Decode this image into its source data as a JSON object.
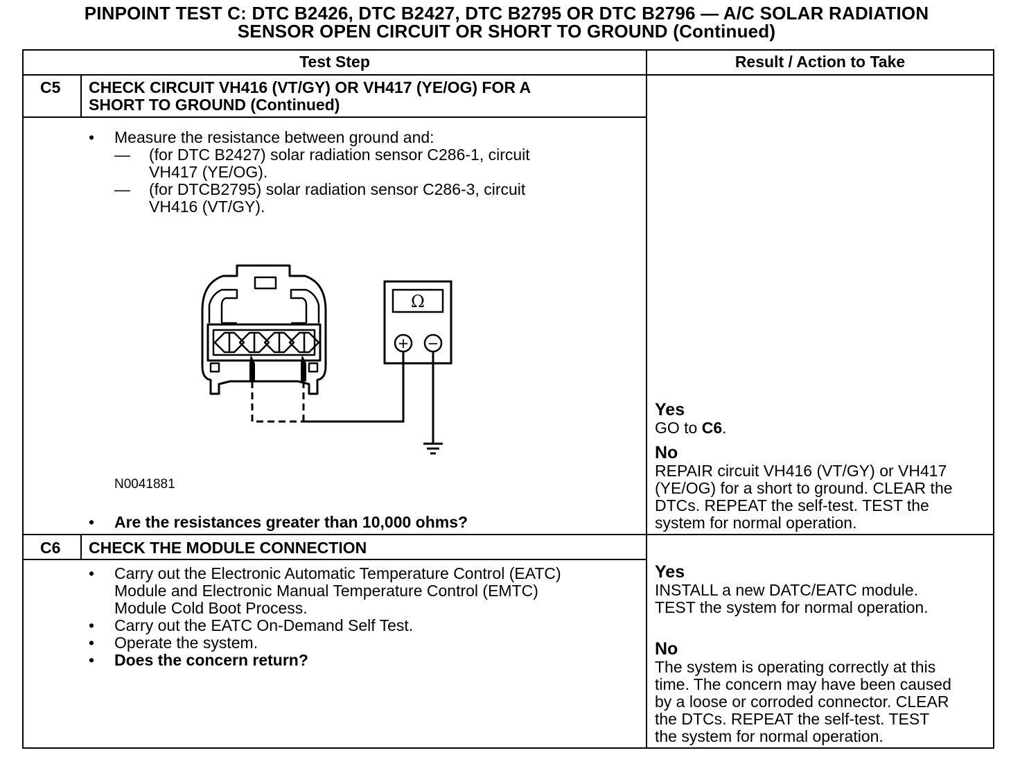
{
  "title": {
    "line1": "PINPOINT TEST  C: DTC B2426, DTC B2427, DTC B2795 OR DTC B2796 — A/C SOLAR RADIATION",
    "line2": "SENSOR OPEN CIRCUIT OR SHORT TO GROUND (Continued)"
  },
  "table": {
    "col_test_step": "Test Step",
    "col_result": "Result / Action to Take"
  },
  "c5": {
    "id": "C5",
    "heading_line1": "CHECK CIRCUIT VH416 (VT/GY) OR VH417 (YE/OG) FOR A",
    "heading_line2": "SHORT TO GROUND (Continued)",
    "bullet1": "Measure the resistance between ground and:",
    "sub1_line1": "(for DTC B2427) solar radiation sensor C286-1, circuit",
    "sub1_line2": "VH417 (YE/OG).",
    "sub2_line1": "(for DTCB2795) solar radiation sensor C286-3, circuit",
    "sub2_line2": "VH416 (VT/GY).",
    "figure_id": "N0041881",
    "meter_symbol": "Ω",
    "plus_symbol": "+",
    "minus_symbol": "−",
    "question": "Are the resistances greater than 10,000 ohms?",
    "yes_label": "Yes",
    "yes_text_prefix": "GO to ",
    "yes_text_step": "C6",
    "yes_text_suffix": ".",
    "no_label": "No",
    "no_line1": "REPAIR circuit VH416 (VT/GY) or VH417",
    "no_line2": "(YE/OG) for a short to ground. CLEAR the",
    "no_line3": "DTCs. REPEAT the self-test. TEST the",
    "no_line4": "system for normal operation."
  },
  "c6": {
    "id": "C6",
    "heading": "CHECK THE MODULE CONNECTION",
    "bullet1_line1": "Carry out the Electronic Automatic Temperature Control (EATC)",
    "bullet1_line2": "Module and Electronic Manual Temperature Control (EMTC)",
    "bullet1_line3": "Module Cold Boot Process.",
    "bullet2": "Carry out the EATC On-Demand Self Test.",
    "bullet3": "Operate the system.",
    "bullet4": "Does the concern return?",
    "yes_label": "Yes",
    "yes_line1": "INSTALL a new DATC/EATC module.",
    "yes_line2": "TEST the system for normal operation.",
    "no_label": "No",
    "no_line1": "The system is operating correctly at this",
    "no_line2": "time. The concern may have been caused",
    "no_line3": "by a loose or corroded connector. CLEAR",
    "no_line4": "the DTCs. REPEAT the self-test. TEST",
    "no_line5": "the system for normal operation."
  },
  "bullet_char": "•",
  "dash_char": "—"
}
